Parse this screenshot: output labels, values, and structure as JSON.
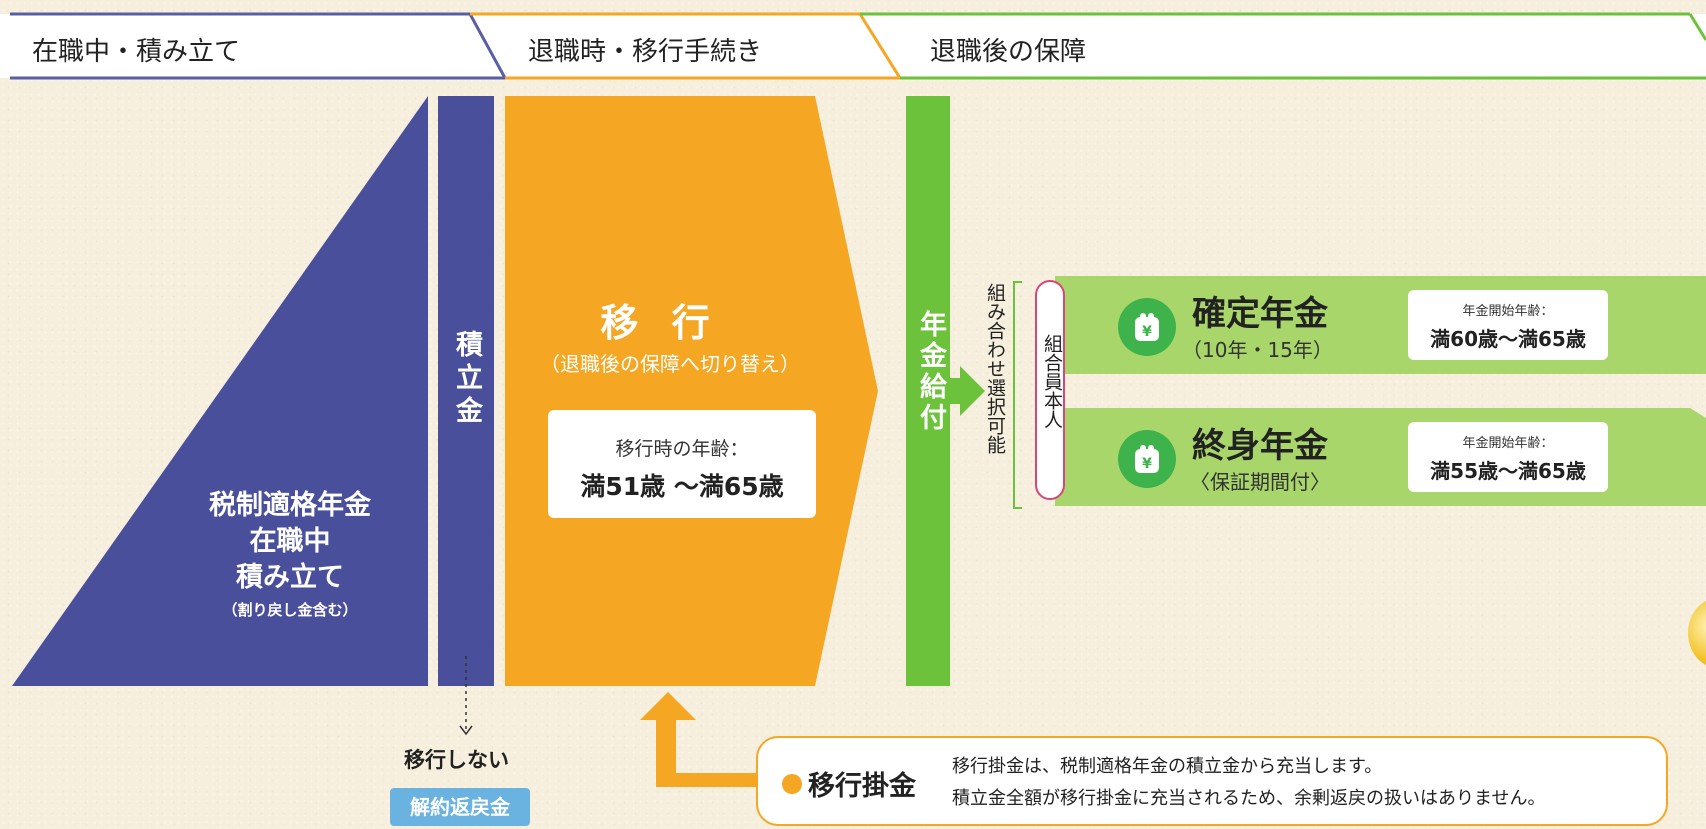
{
  "phases": {
    "accumulation": "在職中・積み立て",
    "transfer": "退職時・移行手続き",
    "post_retirement": "退職後の保障"
  },
  "tax_pension": {
    "line1": "税制適格年金",
    "line2": "在職中",
    "line3": "積み立て",
    "sub": "（割り戻し金含む）"
  },
  "reserve": "積立金",
  "no_transfer": {
    "label": "移行しない",
    "badge": "解約返戻金"
  },
  "transfer_block": {
    "title": "移 行",
    "subtitle": "（退職後の保障へ切り替え）",
    "age_label": "移行時の年齢：",
    "age_range": "満51歳 ～満65歳"
  },
  "pension_payment": "年金給付",
  "combination_note": "組み合わせ選択可能",
  "member_self": "組合員本人",
  "options": [
    {
      "name": "確定年金",
      "sub": "（10年・15年）",
      "start_label": "年金開始年齢：",
      "start_range": "満60歳～満65歳",
      "icon": "yen-purse-icon"
    },
    {
      "name": "終身年金",
      "sub": "〈保証期間付〉",
      "start_label": "年金開始年齢：",
      "start_range": "満55歳～満65歳",
      "icon": "yen-purse-icon"
    }
  ],
  "transfer_premium": {
    "title": "移行掛金",
    "line1": "移行掛金は、税制適格年金の積立金から充当します。",
    "line2": "積立金全額が移行掛金に充当されるため、余剰返戻の扱いはありません。"
  },
  "colors": {
    "navy": "#494f9a",
    "orange": "#f5a623",
    "green": "#6cc23a",
    "light_green": "#a8d66a",
    "pink": "#d8457a",
    "blue_badge": "#6ab2e0",
    "icon_green": "#3eb34b"
  }
}
